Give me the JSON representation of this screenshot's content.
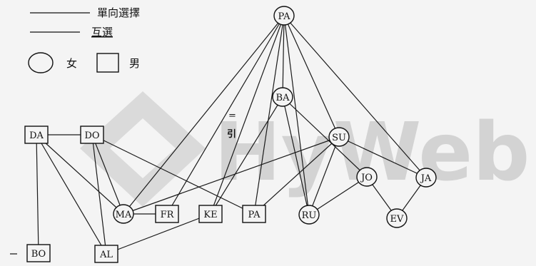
{
  "legend": {
    "one_way_label": "單向選擇",
    "mutual_label": "互選",
    "female_label": "女",
    "male_label": "男"
  },
  "side_mark": "=\n引",
  "watermark": {
    "text": "HyWeb",
    "color": "#d3d3d3"
  },
  "nodes": [
    {
      "id": "pa_top",
      "label": "PA",
      "shape": "circle"
    },
    {
      "id": "ba",
      "label": "BA",
      "shape": "circle"
    },
    {
      "id": "su",
      "label": "SU",
      "shape": "circle"
    },
    {
      "id": "jo",
      "label": "JO",
      "shape": "circle"
    },
    {
      "id": "ja",
      "label": "JA",
      "shape": "circle"
    },
    {
      "id": "ev",
      "label": "EV",
      "shape": "circle"
    },
    {
      "id": "ru",
      "label": "RU",
      "shape": "circle"
    },
    {
      "id": "ma",
      "label": "MA",
      "shape": "circle"
    },
    {
      "id": "da",
      "label": "DA",
      "shape": "square"
    },
    {
      "id": "do",
      "label": "DO",
      "shape": "square"
    },
    {
      "id": "fr",
      "label": "FR",
      "shape": "square"
    },
    {
      "id": "ke",
      "label": "KE",
      "shape": "square"
    },
    {
      "id": "pa_mid",
      "label": "PA",
      "shape": "square"
    },
    {
      "id": "bo",
      "label": "BO",
      "shape": "square"
    },
    {
      "id": "al",
      "label": "AL",
      "shape": "square"
    }
  ],
  "edges": [
    [
      "pa_top",
      "ma"
    ],
    [
      "pa_top",
      "fr"
    ],
    [
      "pa_top",
      "ke"
    ],
    [
      "pa_top",
      "pa_mid"
    ],
    [
      "pa_top",
      "ba"
    ],
    [
      "pa_top",
      "ru"
    ],
    [
      "pa_top",
      "su"
    ],
    [
      "pa_top",
      "ja"
    ],
    [
      "ba",
      "ke"
    ],
    [
      "ba",
      "ru"
    ],
    [
      "ba",
      "jo"
    ],
    [
      "su",
      "pa_mid"
    ],
    [
      "su",
      "ru"
    ],
    [
      "su",
      "ma"
    ],
    [
      "su",
      "ja"
    ],
    [
      "jo",
      "ru"
    ],
    [
      "jo",
      "ev"
    ],
    [
      "ja",
      "ev"
    ],
    [
      "da",
      "do"
    ],
    [
      "da",
      "bo"
    ],
    [
      "da",
      "al"
    ],
    [
      "da",
      "ma"
    ],
    [
      "do",
      "ma"
    ],
    [
      "do",
      "al"
    ],
    [
      "do",
      "pa_mid"
    ],
    [
      "ma",
      "fr"
    ],
    [
      "al",
      "ke"
    ]
  ]
}
